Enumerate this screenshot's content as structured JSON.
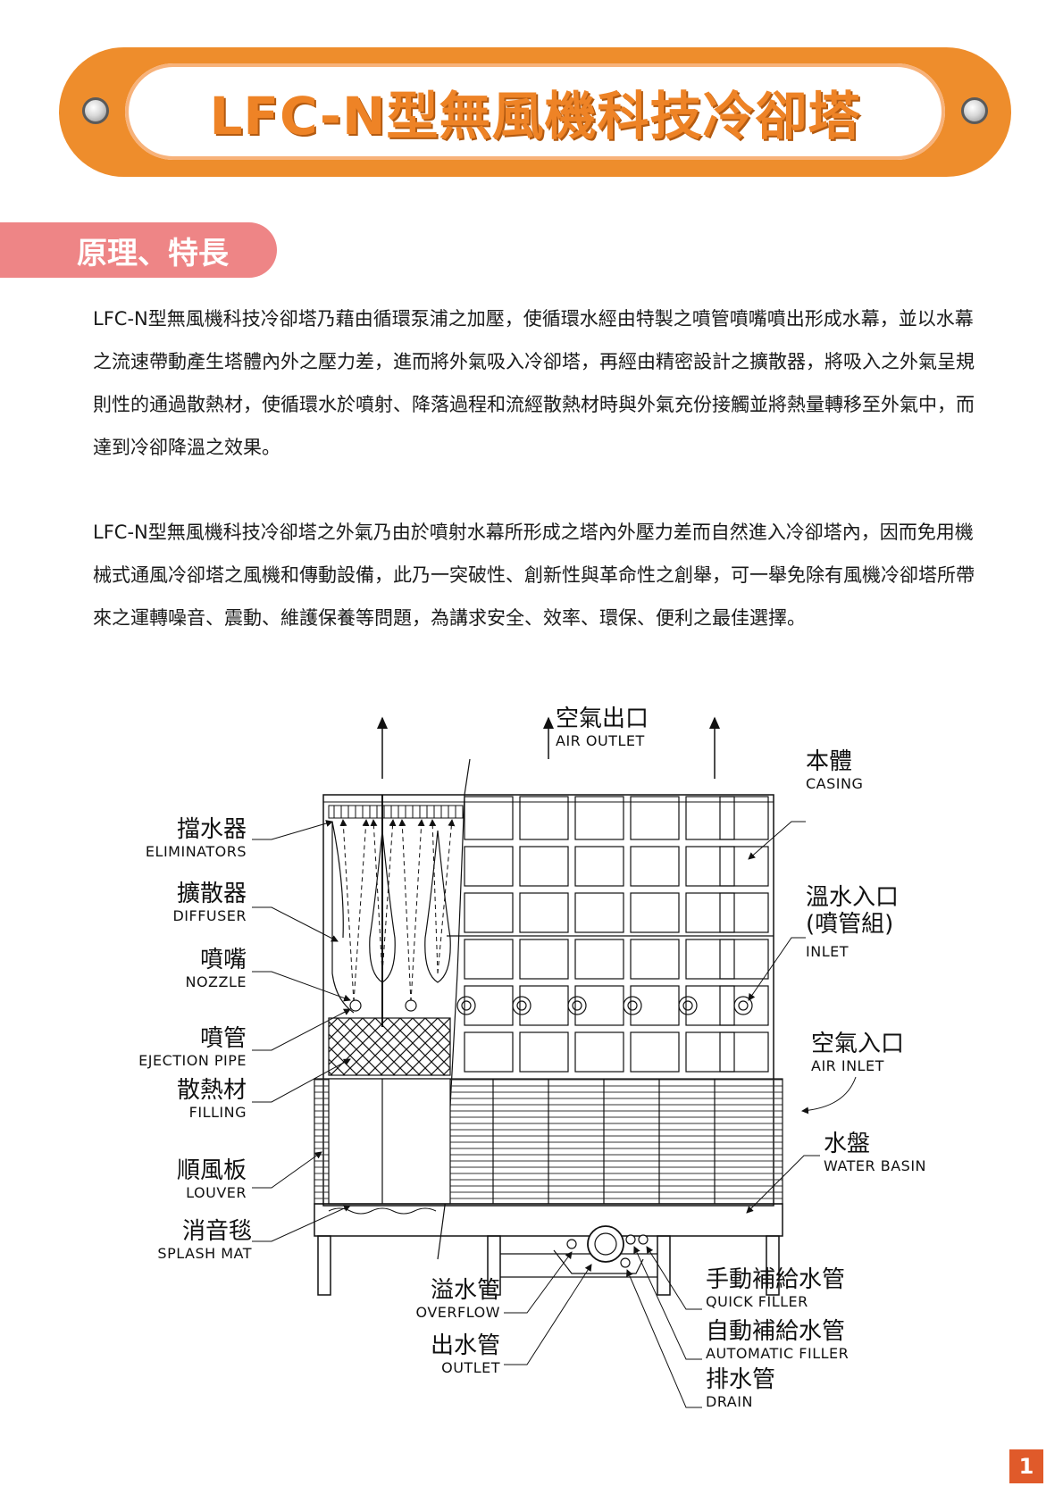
{
  "banner": {
    "title": "LFC-N型無風機科技冷卻塔"
  },
  "section": {
    "title": "原理、特長"
  },
  "paragraphs": [
    "LFC-N型無風機科技冷卻塔乃藉由循環泵浦之加壓，使循環水經由特製之噴管噴嘴噴出形成水幕，並以水幕之流速帶動產生塔體內外之壓力差，進而將外氣吸入冷卻塔，再經由精密設計之擴散器，將吸入之外氣呈規則性的通過散熱材，使循環水於噴射、降落過程和流經散熱材時與外氣充份接觸並將熱量轉移至外氣中，而達到冷卻降溫之效果。",
    "LFC-N型無風機科技冷卻塔之外氣乃由於噴射水幕所形成之塔內外壓力差而自然進入冷卻塔內，因而免用機械式通風冷卻塔之風機和傳動設備，此乃一突破性、創新性與革命性之創舉，可一舉免除有風機冷卻塔所帶來之運轉噪音、震動、維護保養等問題，為講求安全、效率、環保、便利之最佳選擇。"
  ],
  "diagram": {
    "labels": {
      "air_outlet": {
        "cn": "空氣出口",
        "en": "AIR OUTLET"
      },
      "casing": {
        "cn": "本體",
        "en": "CASING"
      },
      "eliminators": {
        "cn": "擋水器",
        "en": "ELIMINATORS"
      },
      "diffuser": {
        "cn": "擴散器",
        "en": "DIFFUSER"
      },
      "inlet": {
        "cn": "溫水入口",
        "cn2": "(噴管組)",
        "en": "INLET"
      },
      "nozzle": {
        "cn": "噴嘴",
        "en": "NOZZLE"
      },
      "ejection_pipe": {
        "cn": "噴管",
        "en": "EJECTION PIPE"
      },
      "air_inlet": {
        "cn": "空氣入口",
        "en": "AIR INLET"
      },
      "filling": {
        "cn": "散熱材",
        "en": "FILLING"
      },
      "water_basin": {
        "cn": "水盤",
        "en": "WATER BASIN"
      },
      "louver": {
        "cn": "順風板",
        "en": "LOUVER"
      },
      "splash_mat": {
        "cn": "消音毯",
        "en": "SPLASH MAT"
      },
      "quick_filler": {
        "cn": "手動補給水管",
        "en": "QUICK FILLER"
      },
      "overflow": {
        "cn": "溢水管",
        "en": "OVERFLOW"
      },
      "automatic_filler": {
        "cn": "自動補給水管",
        "en": "AUTOMATIC FILLER"
      },
      "outlet": {
        "cn": "出水管",
        "en": "OUTLET"
      },
      "drain": {
        "cn": "排水管",
        "en": "DRAIN"
      }
    }
  },
  "page": {
    "number": "1"
  },
  "colors": {
    "banner": "#ee8d2c",
    "section_tab": "#ee8586",
    "page_badge": "#e05a2a"
  }
}
